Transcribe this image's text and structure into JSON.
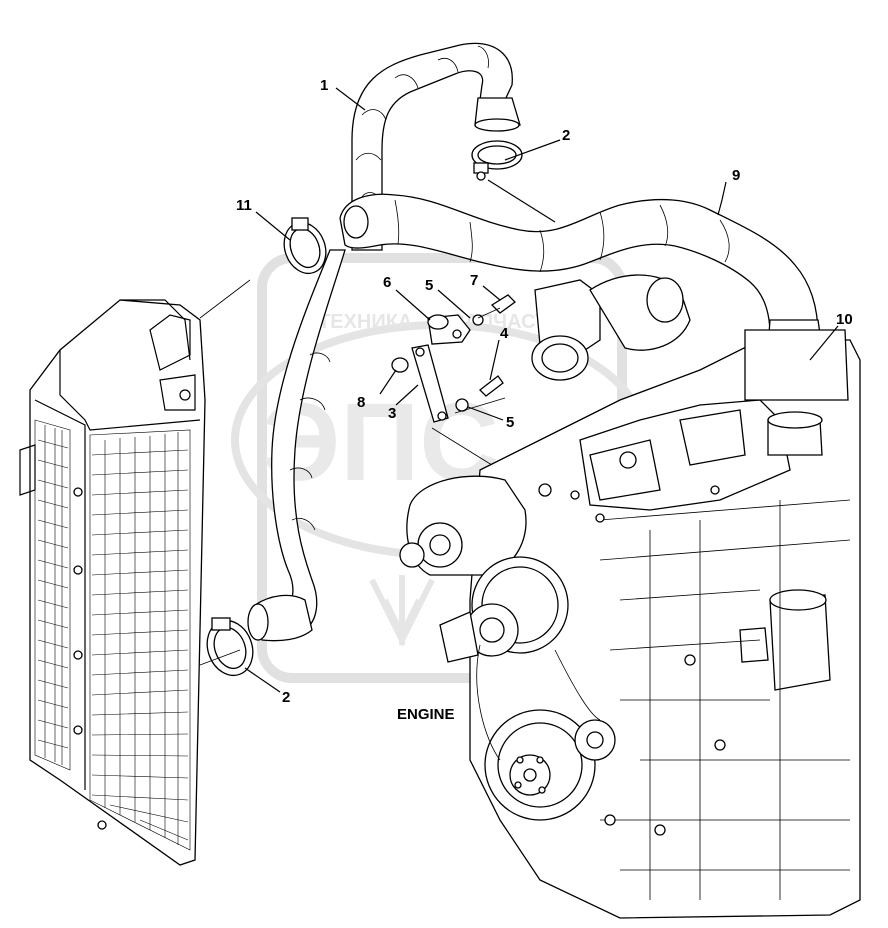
{
  "watermark": {
    "text_left": "ТЕХНИКА",
    "text_right": "ЗАПЧАСТИ",
    "logo": "ЭПС"
  },
  "engine_label": "ENGINE",
  "callouts": [
    {
      "id": "c1",
      "text": "1"
    },
    {
      "id": "c2a",
      "text": "2"
    },
    {
      "id": "c2b",
      "text": "2"
    },
    {
      "id": "c3",
      "text": "3"
    },
    {
      "id": "c4",
      "text": "4"
    },
    {
      "id": "c5a",
      "text": "5"
    },
    {
      "id": "c5b",
      "text": "5"
    },
    {
      "id": "c6",
      "text": "6"
    },
    {
      "id": "c7",
      "text": "7"
    },
    {
      "id": "c8",
      "text": "8"
    },
    {
      "id": "c9",
      "text": "9"
    },
    {
      "id": "c10",
      "text": "10"
    },
    {
      "id": "c11",
      "text": "11"
    }
  ]
}
